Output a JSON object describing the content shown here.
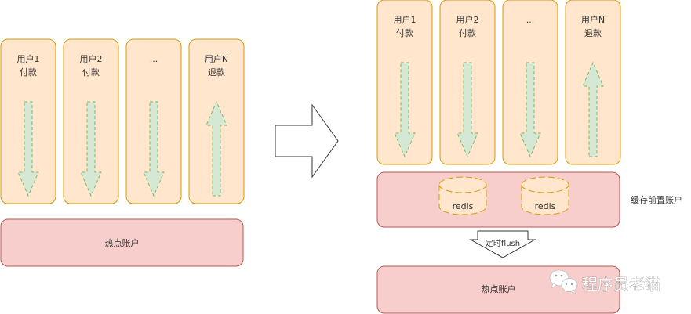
{
  "colors": {
    "user_fill": "#ffe6cc",
    "user_stroke": "#d79b00",
    "arrow_fill": "#d5e8d4",
    "arrow_stroke": "#82b366",
    "account_fill": "#f8cecc",
    "account_stroke": "#b85450",
    "big_arrow_stroke": "#333333",
    "text": "#333333"
  },
  "left": {
    "users": [
      {
        "line1": "用户1",
        "line2": "付款",
        "direction": "down"
      },
      {
        "line1": "用户2",
        "line2": "付款",
        "direction": "down"
      },
      {
        "line1": "...",
        "line2": "",
        "direction": "down"
      },
      {
        "line1": "用户N",
        "line2": "退款",
        "direction": "up"
      }
    ],
    "hot_account": "热点账户"
  },
  "transition_arrow": "right-arrow",
  "right": {
    "users": [
      {
        "line1": "用户1",
        "line2": "付款",
        "direction": "down"
      },
      {
        "line1": "用户2",
        "line2": "付款",
        "direction": "down"
      },
      {
        "line1": "...",
        "line2": "",
        "direction": "down"
      },
      {
        "line1": "用户N",
        "line2": "退款",
        "direction": "up"
      }
    ],
    "cache_layer": {
      "label": "缓存前置账户",
      "nodes": [
        "redis",
        "redis"
      ]
    },
    "flush_arrow": "定时flush",
    "hot_account": "热点账户"
  },
  "watermark": {
    "icon": "wechat-icon",
    "text": "程序员老猫"
  }
}
